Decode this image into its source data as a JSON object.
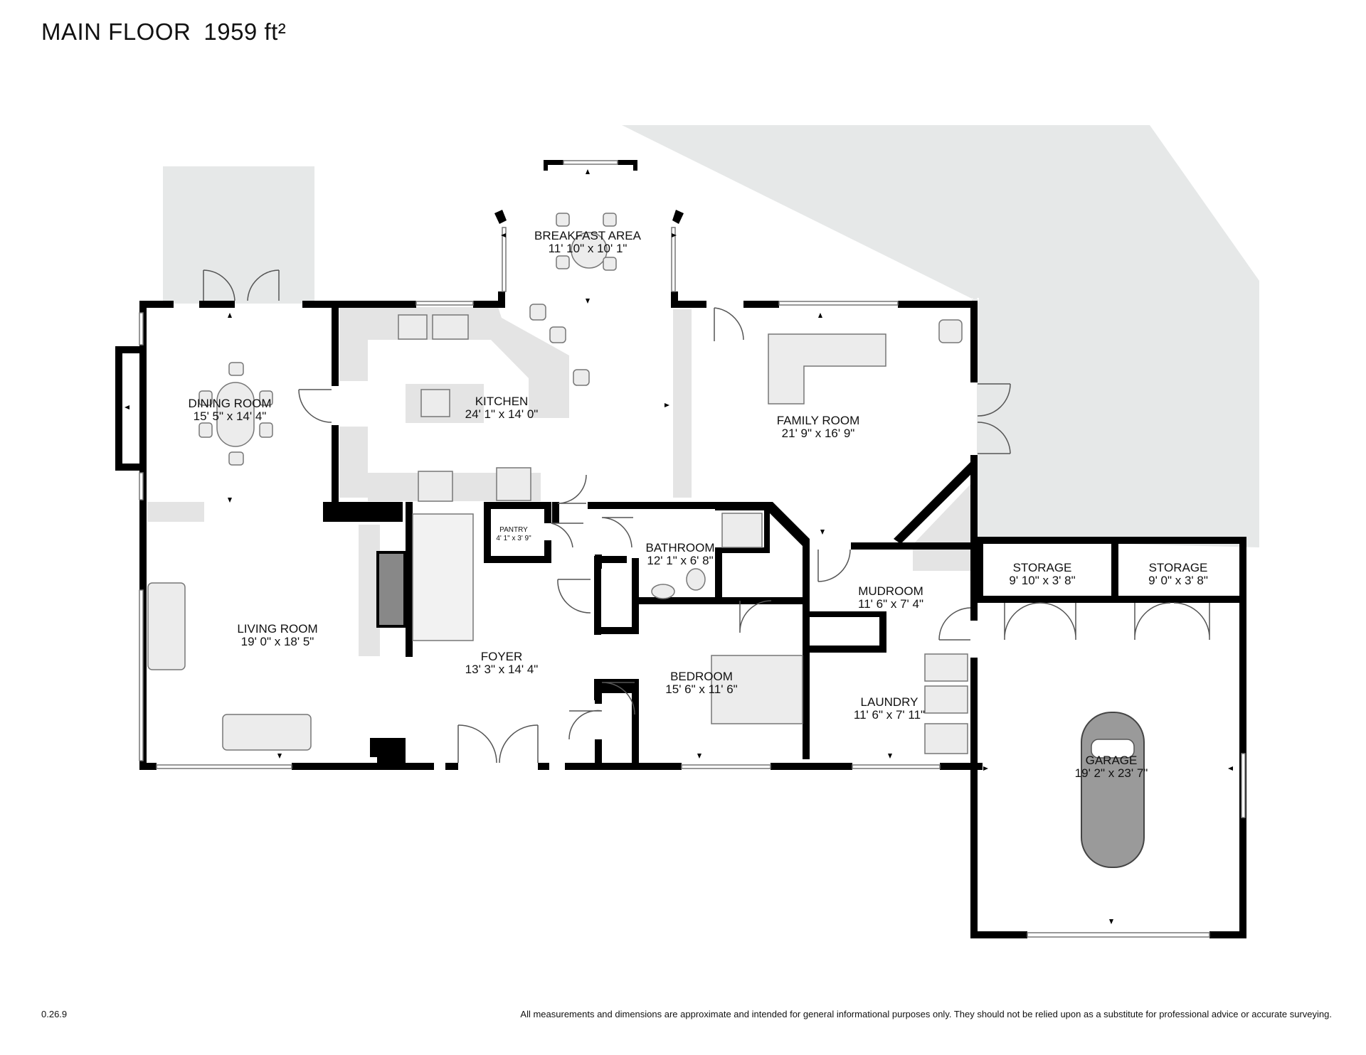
{
  "header": {
    "title": "MAIN FLOOR",
    "area": "1959 ft²"
  },
  "footer": {
    "version": "0.26.9",
    "disclaimer": "All measurements and dimensions are approximate and intended for general informational purposes only. They should not be relied upon as a substitute for professional advice or accurate surveying."
  },
  "rooms": {
    "breakfast": {
      "name": "BREAKFAST AREA",
      "dims": "11' 10\" x 10' 1\""
    },
    "dining": {
      "name": "DINING ROOM",
      "dims": "15' 5\" x 14' 4\""
    },
    "kitchen": {
      "name": "KITCHEN",
      "dims": "24' 1\" x 14' 0\""
    },
    "family": {
      "name": "FAMILY ROOM",
      "dims": "21' 9\" x 16' 9\""
    },
    "pantry": {
      "name": "PANTRY",
      "dims": "4' 1\" x 3' 9\""
    },
    "bathroom": {
      "name": "BATHROOM",
      "dims": "12' 1\" x 6' 8\""
    },
    "storage1": {
      "name": "STORAGE",
      "dims": "9' 10\" x 3' 8\""
    },
    "storage2": {
      "name": "STORAGE",
      "dims": "9' 0\" x 3' 8\""
    },
    "mudroom": {
      "name": "MUDROOM",
      "dims": "11' 6\" x 7' 4\""
    },
    "living": {
      "name": "LIVING ROOM",
      "dims": "19' 0\" x 18' 5\""
    },
    "foyer": {
      "name": "FOYER",
      "dims": "13' 3\" x 14' 4\""
    },
    "bedroom": {
      "name": "BEDROOM",
      "dims": "15' 6\" x 11' 6\""
    },
    "laundry": {
      "name": "LAUNDRY",
      "dims": "11' 6\" x 7' 11\""
    },
    "garage": {
      "name": "GARAGE",
      "dims": "19' 2\" x 23' 7\""
    }
  }
}
